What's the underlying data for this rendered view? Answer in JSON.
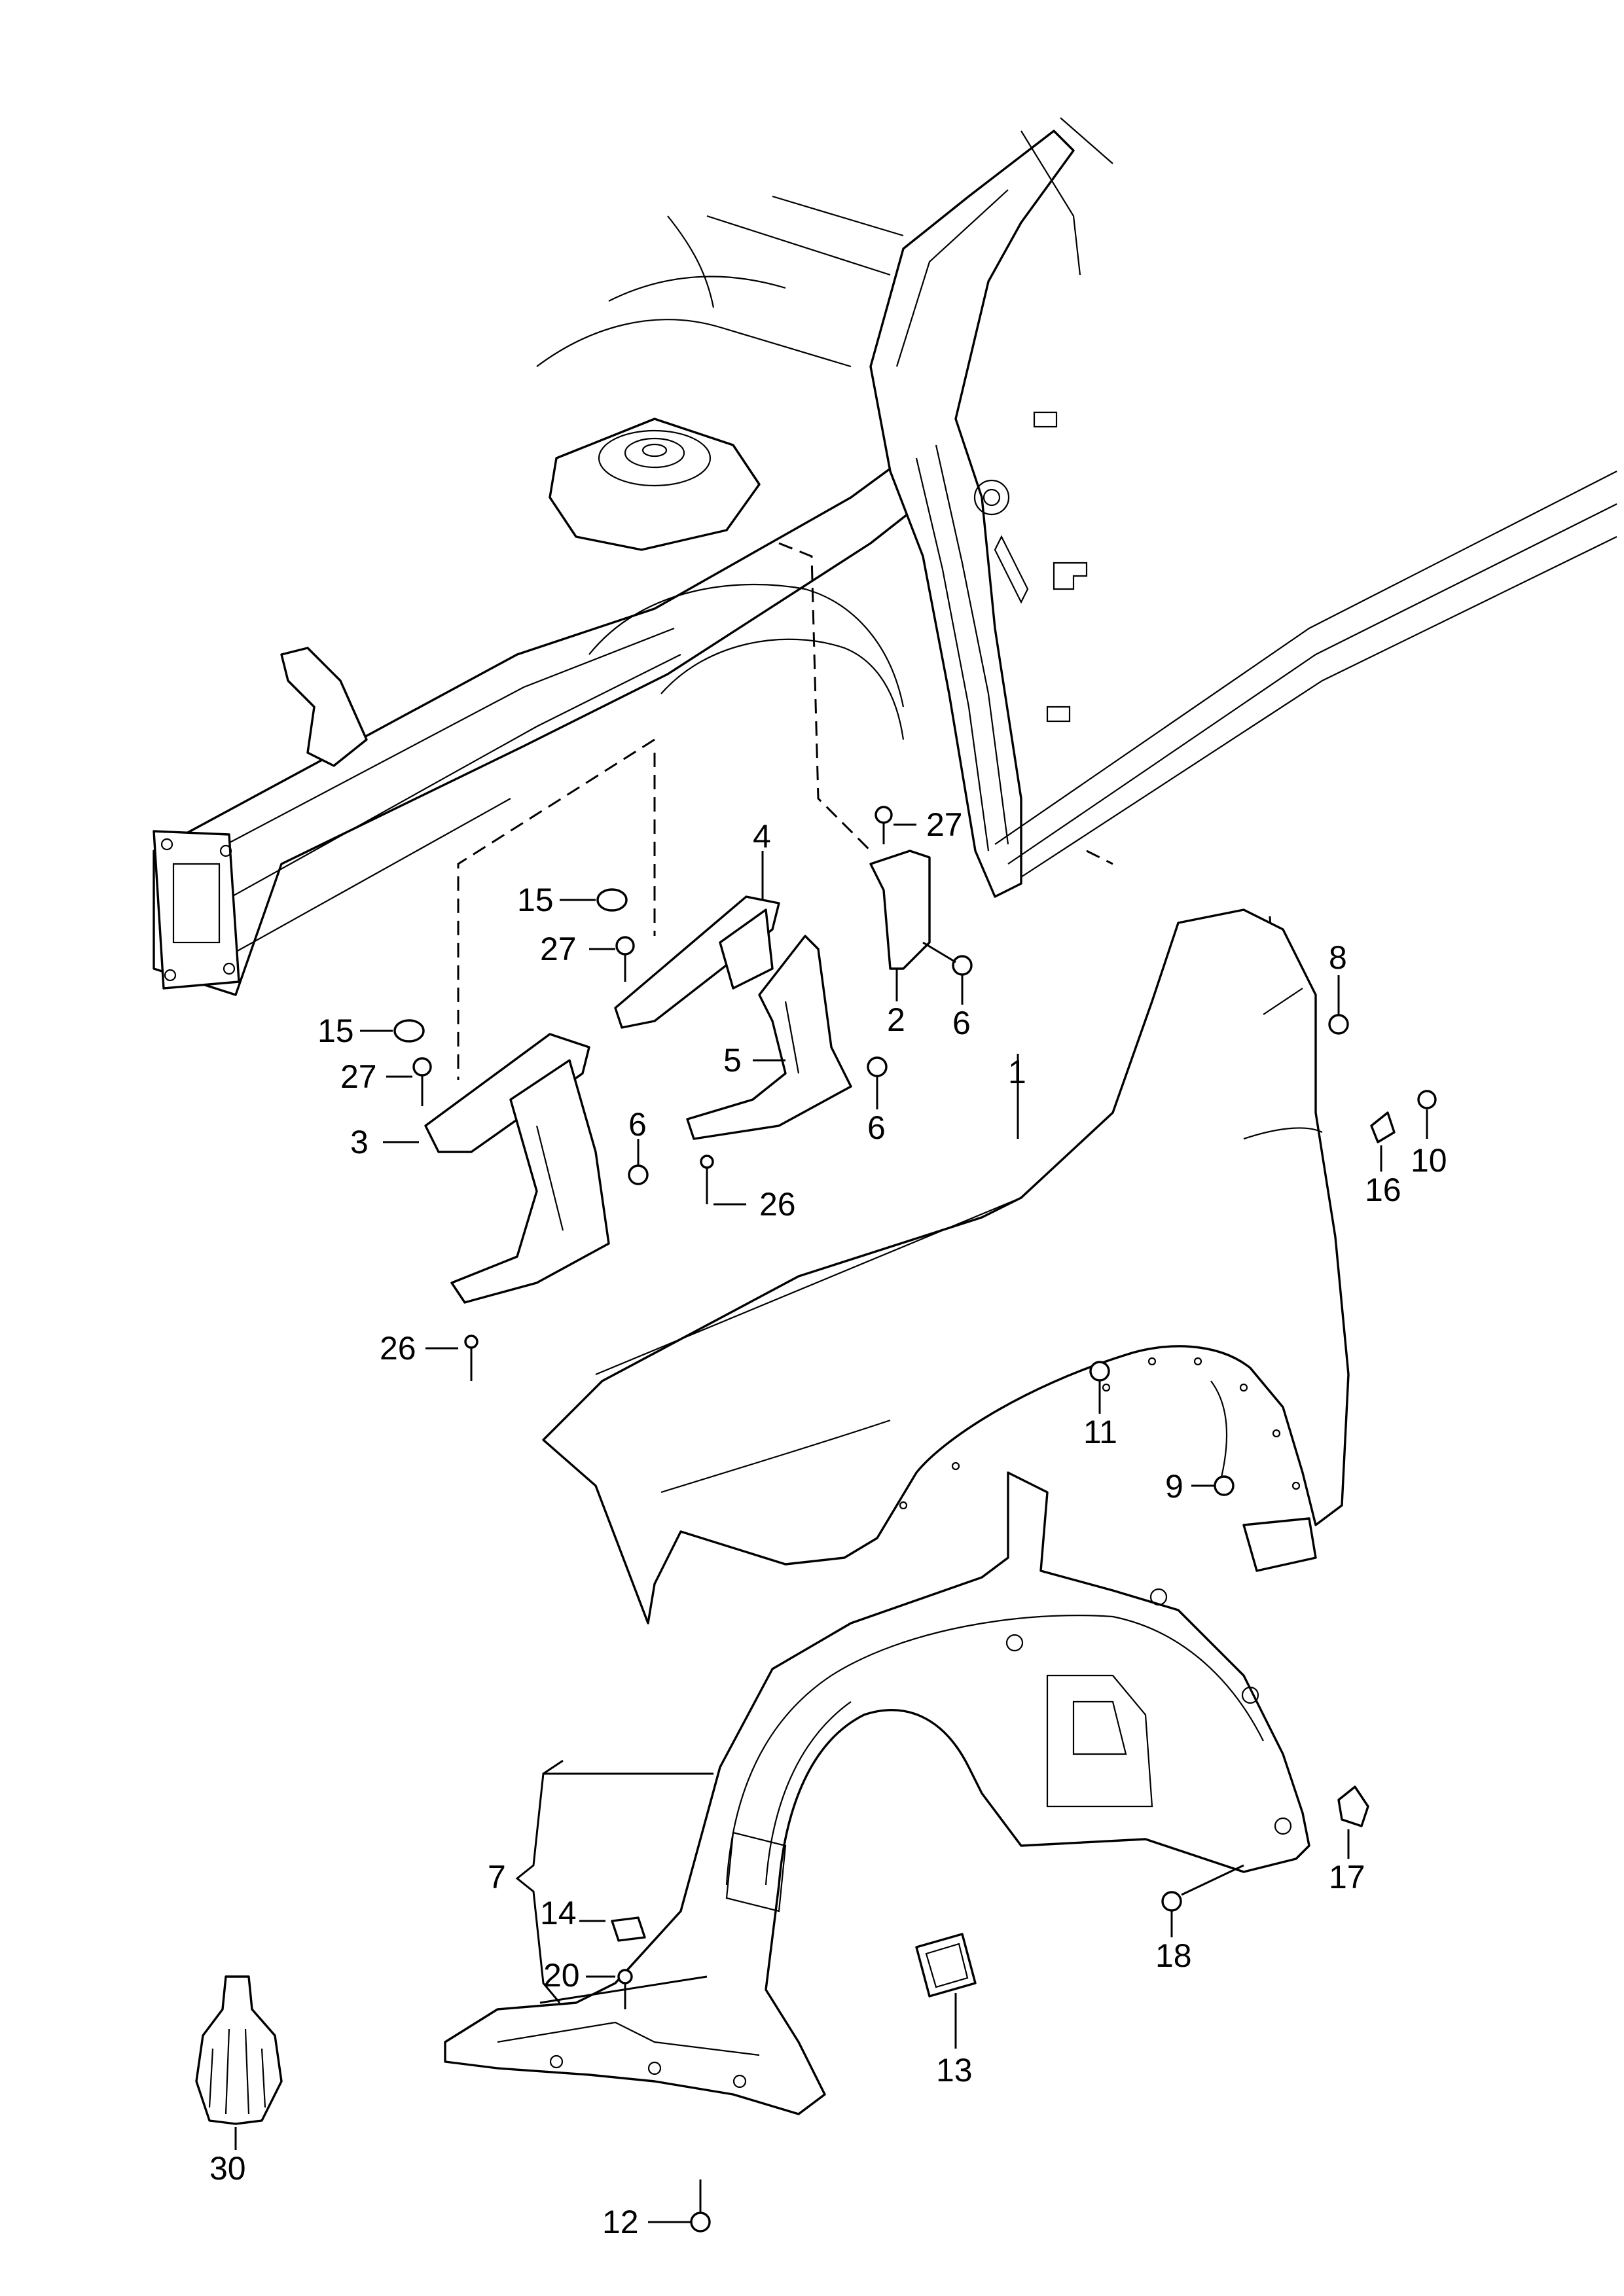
{
  "callouts": {
    "c1": "1",
    "c2": "2",
    "c3": "3",
    "c4": "4",
    "c5": "5",
    "c6a": "6",
    "c6b": "6",
    "c6c": "6",
    "c7": "7",
    "c8": "8",
    "c9": "9",
    "c10": "10",
    "c11": "11",
    "c12": "12",
    "c13": "13",
    "c14": "14",
    "c15a": "15",
    "c15b": "15",
    "c16": "16",
    "c17": "17",
    "c18": "18",
    "c20": "20",
    "c26a": "26",
    "c26b": "26",
    "c27a": "27",
    "c27b": "27",
    "c27c": "27",
    "c30": "30"
  }
}
